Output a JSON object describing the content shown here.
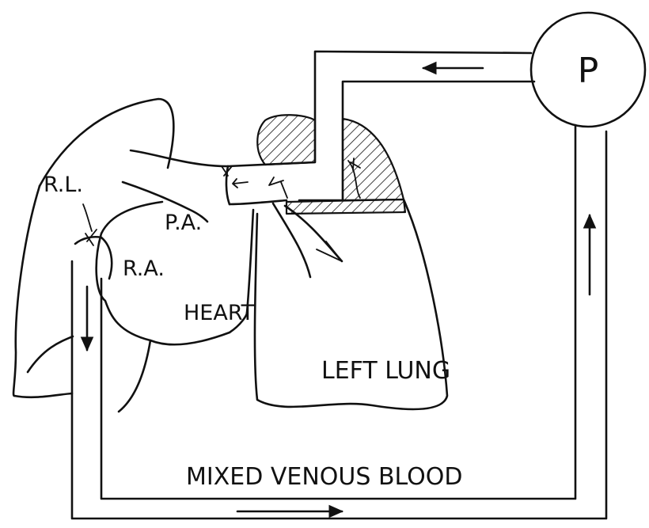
{
  "labels": {
    "pump": "P",
    "right_lung": "R.L.",
    "pulmonary_artery": "P.A.",
    "right_atrium": "R.A.",
    "heart": "HEART",
    "left_lung": "LEFT LUNG",
    "mixed_venous_blood": "MIXED VENOUS BLOOD"
  },
  "colors": {
    "ink": "#111111",
    "background": "#ffffff"
  }
}
